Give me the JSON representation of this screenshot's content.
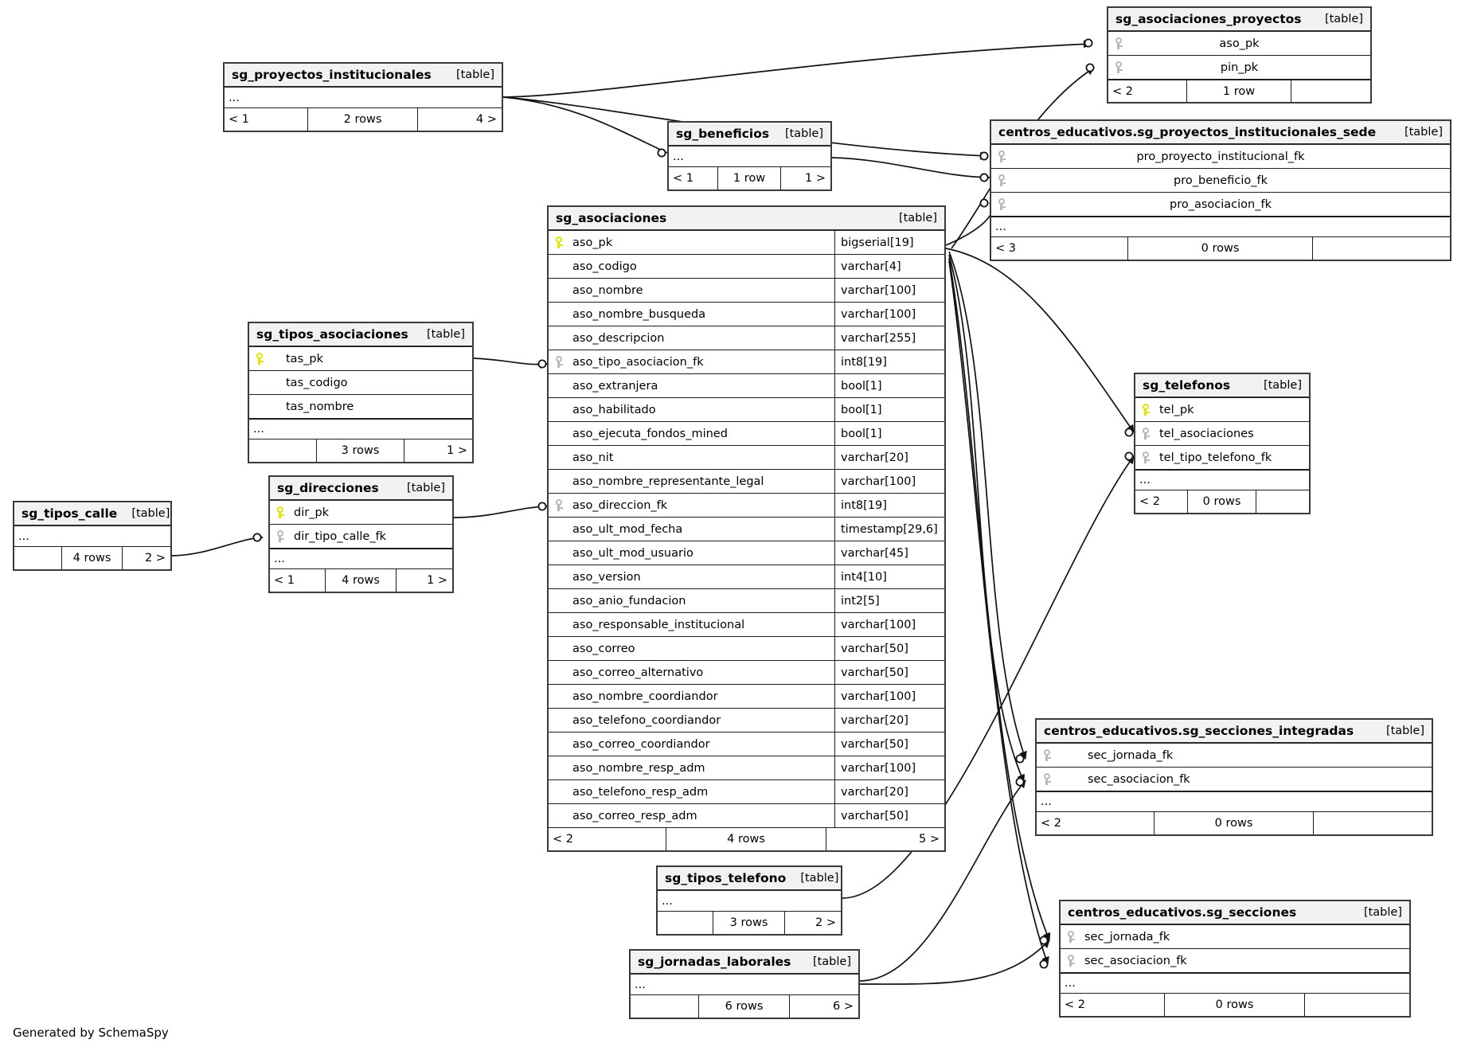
{
  "diagram": {
    "generator_credit": "Generated by SchemaSpy",
    "table_tag": "[table]",
    "ellipsis": "..."
  },
  "tables": [
    {
      "id": "sg_asociaciones_proyectos",
      "name": "sg_asociaciones_proyectos",
      "tag": "[table]",
      "columns": [
        {
          "name": "aso_pk",
          "key": "fk"
        },
        {
          "name": "pin_pk",
          "key": "fk"
        }
      ],
      "footer": {
        "left": "< 2",
        "center": "1 row",
        "right": ""
      }
    },
    {
      "id": "sg_proyectos_institucionales",
      "name": "sg_proyectos_institucionales",
      "tag": "[table]",
      "columns": [],
      "footer": {
        "left": "< 1",
        "center": "2 rows",
        "right": "4 >"
      }
    },
    {
      "id": "centros_educativos_sg_proyectos_institucionales_sede",
      "name": "centros_educativos.sg_proyectos_institucionales_sede",
      "tag": "[table]",
      "columns": [
        {
          "name": "pro_proyecto_institucional_fk",
          "key": "fk"
        },
        {
          "name": "pro_beneficio_fk",
          "key": "fk"
        },
        {
          "name": "pro_asociacion_fk",
          "key": "fk"
        }
      ],
      "footer": {
        "left": "< 3",
        "center": "0 rows",
        "right": ""
      }
    },
    {
      "id": "sg_beneficios",
      "name": "sg_beneficios",
      "tag": "[table]",
      "columns": [],
      "footer": {
        "left": "< 1",
        "center": "1 row",
        "right": "1 >"
      }
    },
    {
      "id": "sg_asociaciones",
      "name": "sg_asociaciones",
      "tag": "[table]",
      "columns": [
        {
          "name": "aso_pk",
          "type": "bigserial[19]",
          "key": "pk"
        },
        {
          "name": "aso_codigo",
          "type": "varchar[4]",
          "key": null
        },
        {
          "name": "aso_nombre",
          "type": "varchar[100]",
          "key": null
        },
        {
          "name": "aso_nombre_busqueda",
          "type": "varchar[100]",
          "key": null
        },
        {
          "name": "aso_descripcion",
          "type": "varchar[255]",
          "key": null
        },
        {
          "name": "aso_tipo_asociacion_fk",
          "type": "int8[19]",
          "key": "fk"
        },
        {
          "name": "aso_extranjera",
          "type": "bool[1]",
          "key": null
        },
        {
          "name": "aso_habilitado",
          "type": "bool[1]",
          "key": null
        },
        {
          "name": "aso_ejecuta_fondos_mined",
          "type": "bool[1]",
          "key": null
        },
        {
          "name": "aso_nit",
          "type": "varchar[20]",
          "key": null
        },
        {
          "name": "aso_nombre_representante_legal",
          "type": "varchar[100]",
          "key": null
        },
        {
          "name": "aso_direccion_fk",
          "type": "int8[19]",
          "key": "fk"
        },
        {
          "name": "aso_ult_mod_fecha",
          "type": "timestamp[29,6]",
          "key": null
        },
        {
          "name": "aso_ult_mod_usuario",
          "type": "varchar[45]",
          "key": null
        },
        {
          "name": "aso_version",
          "type": "int4[10]",
          "key": null
        },
        {
          "name": "aso_anio_fundacion",
          "type": "int2[5]",
          "key": null
        },
        {
          "name": "aso_responsable_institucional",
          "type": "varchar[100]",
          "key": null
        },
        {
          "name": "aso_correo",
          "type": "varchar[50]",
          "key": null
        },
        {
          "name": "aso_correo_alternativo",
          "type": "varchar[50]",
          "key": null
        },
        {
          "name": "aso_nombre_coordiandor",
          "type": "varchar[100]",
          "key": null
        },
        {
          "name": "aso_telefono_coordiandor",
          "type": "varchar[20]",
          "key": null
        },
        {
          "name": "aso_correo_coordiandor",
          "type": "varchar[50]",
          "key": null
        },
        {
          "name": "aso_nombre_resp_adm",
          "type": "varchar[100]",
          "key": null
        },
        {
          "name": "aso_telefono_resp_adm",
          "type": "varchar[20]",
          "key": null
        },
        {
          "name": "aso_correo_resp_adm",
          "type": "varchar[50]",
          "key": null
        }
      ],
      "footer": {
        "left": "< 2",
        "center": "4 rows",
        "right": "5 >"
      }
    },
    {
      "id": "sg_tipos_asociaciones",
      "name": "sg_tipos_asociaciones",
      "tag": "[table]",
      "columns": [
        {
          "name": "tas_pk",
          "key": "pk"
        },
        {
          "name": "tas_codigo",
          "key": null
        },
        {
          "name": "tas_nombre",
          "key": null
        }
      ],
      "footer": {
        "left": "",
        "center": "3 rows",
        "right": "1 >"
      }
    },
    {
      "id": "sg_telefonos",
      "name": "sg_telefonos",
      "tag": "[table]",
      "columns": [
        {
          "name": "tel_pk",
          "key": "pk"
        },
        {
          "name": "tel_asociaciones",
          "key": "fk"
        },
        {
          "name": "tel_tipo_telefono_fk",
          "key": "fk"
        }
      ],
      "footer": {
        "left": "< 2",
        "center": "0 rows",
        "right": ""
      }
    },
    {
      "id": "sg_direcciones",
      "name": "sg_direcciones",
      "tag": "[table]",
      "columns": [
        {
          "name": "dir_pk",
          "key": "pk"
        },
        {
          "name": "dir_tipo_calle_fk",
          "key": "fk"
        }
      ],
      "footer": {
        "left": "< 1",
        "center": "4 rows",
        "right": "1 >"
      }
    },
    {
      "id": "sg_tipos_calle",
      "name": "sg_tipos_calle",
      "tag": "[table]",
      "columns": [],
      "footer": {
        "left": "",
        "center": "4 rows",
        "right": "2 >"
      }
    },
    {
      "id": "centros_educativos_sg_secciones_integradas",
      "name": "centros_educativos.sg_secciones_integradas",
      "tag": "[table]",
      "columns": [
        {
          "name": "sec_jornada_fk",
          "key": "fk"
        },
        {
          "name": "sec_asociacion_fk",
          "key": "fk"
        }
      ],
      "footer": {
        "left": "< 2",
        "center": "0 rows",
        "right": ""
      }
    },
    {
      "id": "centros_educativos_sg_secciones",
      "name": "centros_educativos.sg_secciones",
      "tag": "[table]",
      "columns": [
        {
          "name": "sec_jornada_fk",
          "key": "fk"
        },
        {
          "name": "sec_asociacion_fk",
          "key": "fk"
        }
      ],
      "footer": {
        "left": "< 2",
        "center": "0 rows",
        "right": ""
      }
    },
    {
      "id": "sg_tipos_telefono",
      "name": "sg_tipos_telefono",
      "tag": "[table]",
      "columns": [],
      "footer": {
        "left": "",
        "center": "3 rows",
        "right": "2 >"
      }
    },
    {
      "id": "sg_jornadas_laborales",
      "name": "sg_jornadas_laborales",
      "tag": "[table]",
      "columns": [],
      "footer": {
        "left": "",
        "center": "6 rows",
        "right": "6 >"
      }
    }
  ]
}
